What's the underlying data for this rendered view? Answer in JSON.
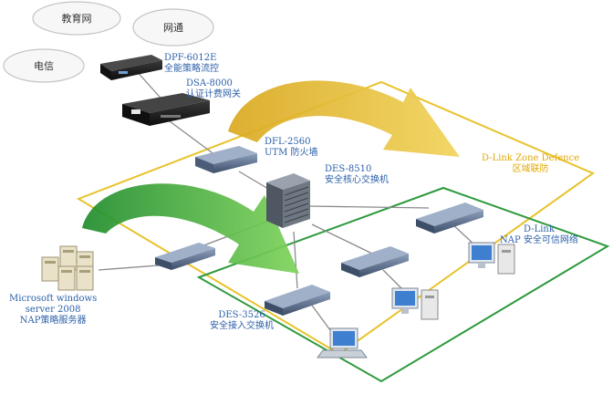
{
  "clouds": [
    {
      "label": "教育网"
    },
    {
      "label": "网通"
    },
    {
      "label": "电信"
    }
  ],
  "devices": {
    "dpf": {
      "model": "DPF-6012E",
      "desc": "全能策略流控"
    },
    "dsa": {
      "model": "DSA-8000",
      "desc": "认证计费网关"
    },
    "dfl": {
      "model": "DFL-2560",
      "desc": "UTM 防火墙"
    },
    "des8510": {
      "model": "DES-8510",
      "desc": "安全核心交换机"
    },
    "des3526": {
      "model": "DES-3526",
      "desc": "安全接入交换机"
    },
    "nap_server": {
      "line1": "Microsoft windows",
      "line2": "server 2008",
      "line3": "NAP策略服务器"
    }
  },
  "zones": {
    "zone_defense": {
      "line1": "D-Link Zone Defence",
      "line2": "区域联防",
      "color": "#e8c22a"
    },
    "nap_network": {
      "line1": "D-Link",
      "line2": "NAP 安全可信网络",
      "color": "#2e9a3e"
    }
  },
  "colors": {
    "label_blue": "#2b5fa8",
    "line_gray": "#8a8a8a",
    "device_dark": "#1e1e1e",
    "switch_blue": "#5a6f8e"
  }
}
